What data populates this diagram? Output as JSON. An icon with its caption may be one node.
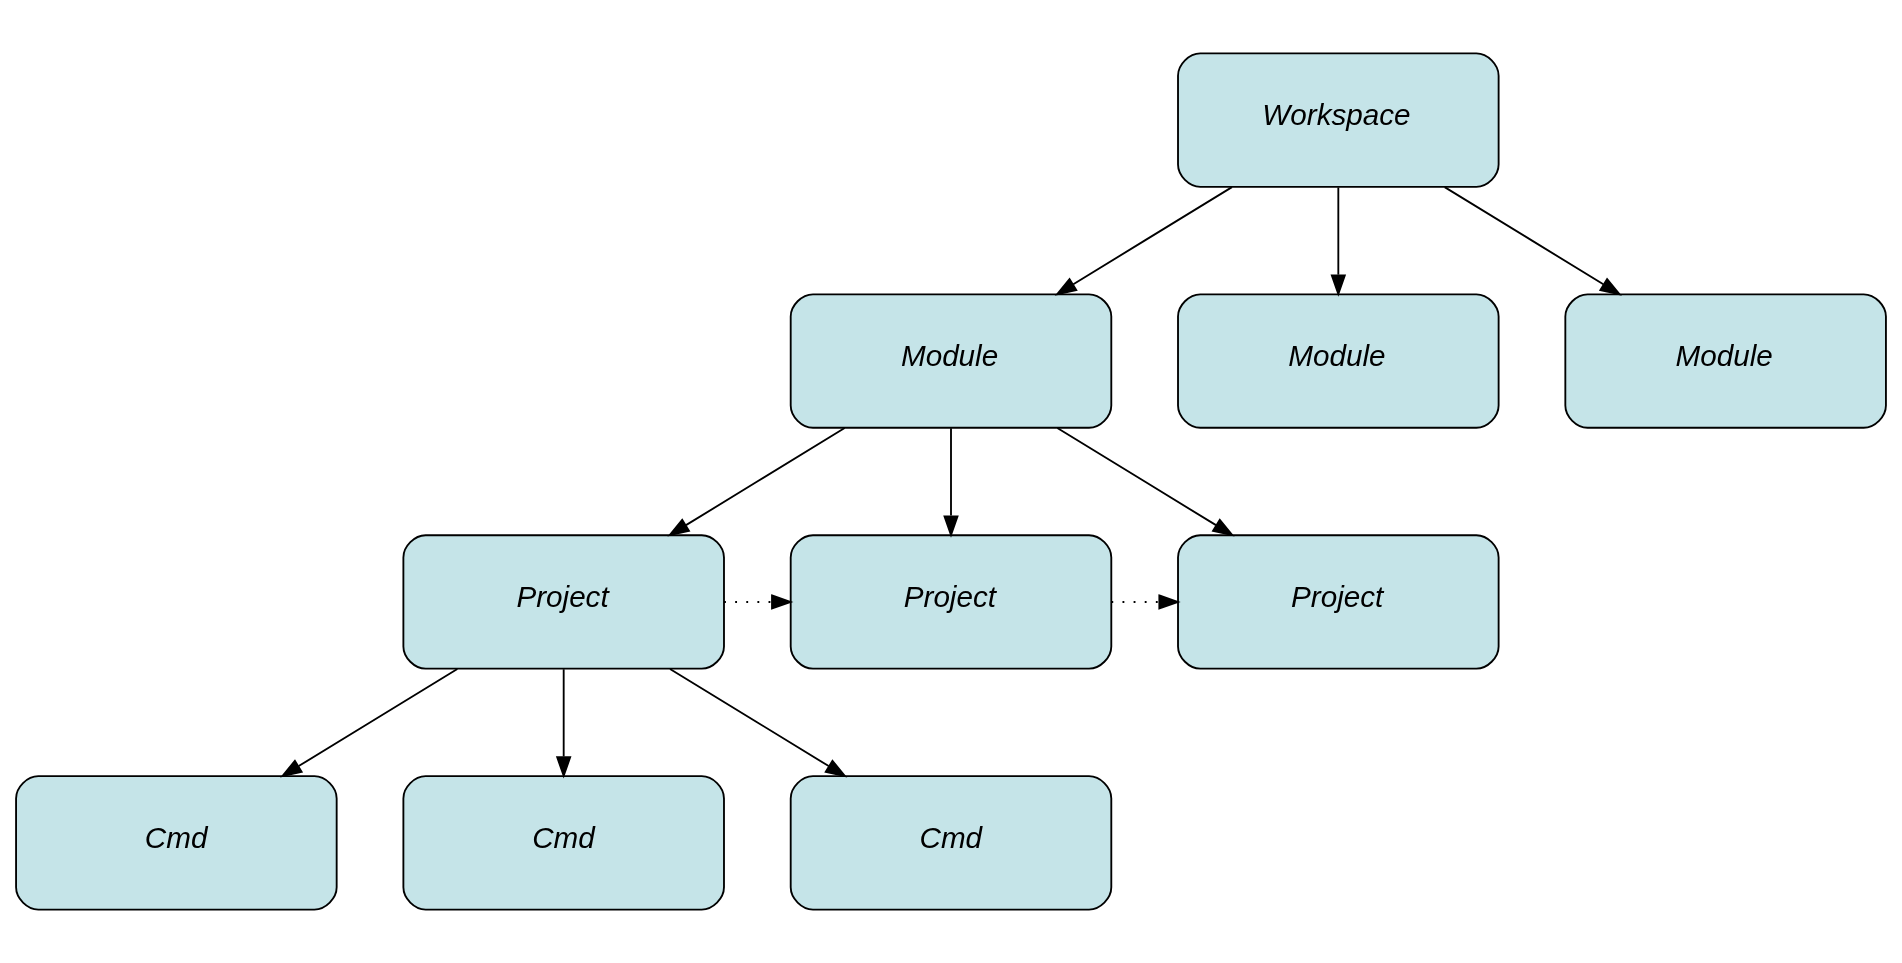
{
  "diagram": {
    "nodes": [
      {
        "text": [
          "Workspace"
        ]
      },
      {
        "text": [
          "Module"
        ]
      },
      {
        "text": [
          "Module"
        ]
      },
      {
        "text": [
          "Module"
        ]
      },
      {
        "text": [
          "Project"
        ]
      },
      {
        "text": [
          "Project"
        ]
      },
      {
        "text": [
          "Project"
        ]
      },
      {
        "text": [
          "Cmd"
        ]
      },
      {
        "text": [
          "Cmd"
        ]
      },
      {
        "text": [
          "Cmd"
        ]
      }
    ],
    "edges": [
      {
        "from": 0,
        "to": 1,
        "arrow": "to"
      },
      {
        "from": 0,
        "to": 2,
        "arrow": "to"
      },
      {
        "from": 0,
        "to": 3,
        "arrow": "to"
      },
      {
        "from": 1,
        "to": 4,
        "arrow": "to"
      },
      {
        "from": 1,
        "to": 5,
        "arrow": "to"
      },
      {
        "from": 1,
        "to": 6,
        "arrow": "to"
      },
      {
        "from": 4,
        "to": 5,
        "arrow": "to",
        "style": "dashed"
      },
      {
        "from": 5,
        "to": 6,
        "arrow": "to",
        "style": "dashed"
      },
      {
        "from": 4,
        "to": 7,
        "arrow": "to"
      },
      {
        "from": 4,
        "to": 8,
        "arrow": "to"
      },
      {
        "from": 4,
        "to": 9,
        "arrow": "to"
      }
    ]
  }
}
